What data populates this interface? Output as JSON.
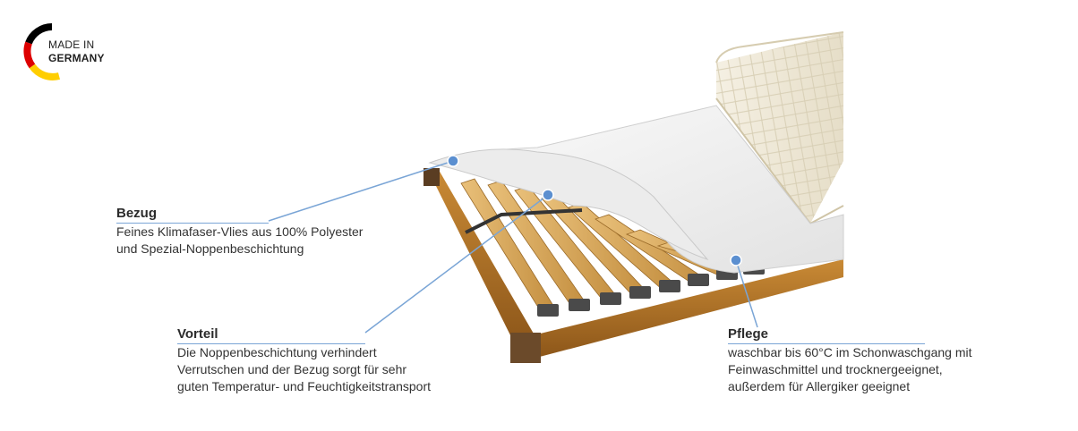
{
  "badge": {
    "line1": "MADE IN",
    "line2": "GERMANY",
    "flag_colors": [
      "#000000",
      "#dd0000",
      "#ffce00"
    ]
  },
  "callouts": {
    "bezug": {
      "title": "Bezug",
      "desc": "Feines Klimafaser-Vlies aus 100% Polyester\nund Spezial-Noppenbeschichtung"
    },
    "vorteil": {
      "title": "Vorteil",
      "desc": "Die Noppenbeschichtung verhindert\nVerrutschen und der Bezug sorgt für sehr\nguten Temperatur- und Feuchtigkeitstransport"
    },
    "pflege": {
      "title": "Pflege",
      "desc": "waschbar bis 60°C im Schonwaschgang mit\nFeinwaschmittel und trocknergeeignet,\naußerdem für Allergiker geeignet"
    }
  },
  "colors": {
    "accent": "#5b8fd0",
    "wood": "#b87a2c",
    "slat": "#dcb06a",
    "cover": "#f4f4f4",
    "mattress": "#efe9da"
  }
}
